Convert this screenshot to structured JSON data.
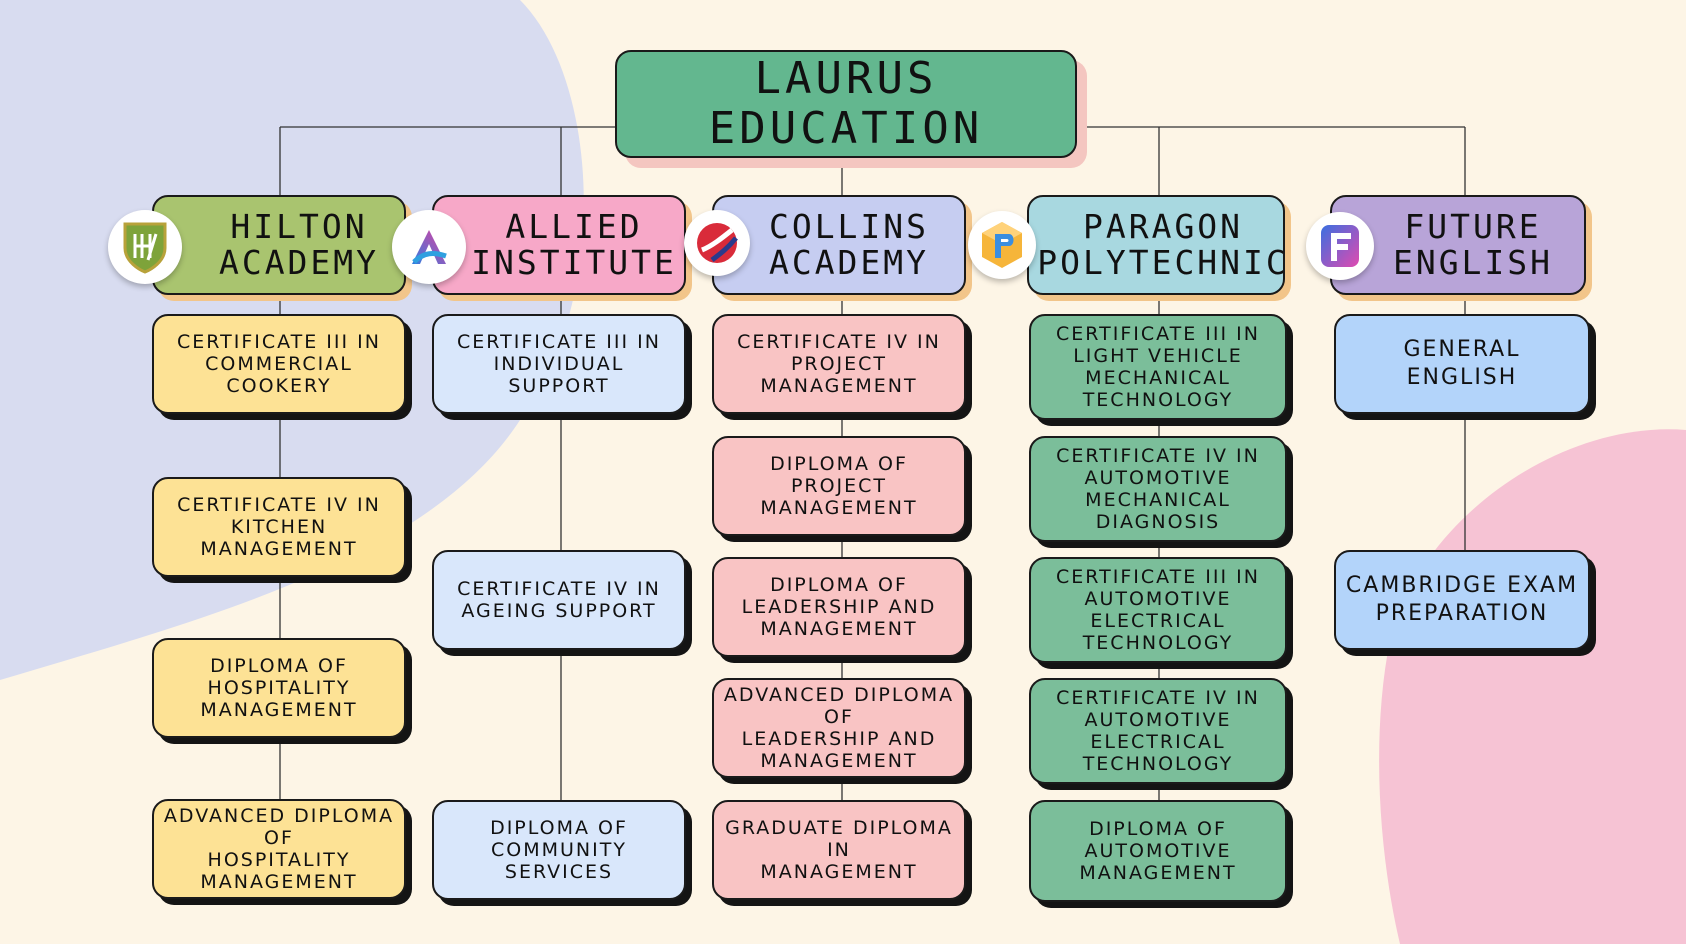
{
  "title": {
    "line1": "LAURUS",
    "line2": "EDUCATION"
  },
  "colors": {
    "background": "#fdf5e6",
    "root": "#63b78f",
    "hilton_header": "#a9c46f",
    "hilton_course": "#fde295",
    "allied_header": "#f7a8c8",
    "allied_course": "#d9e7fb",
    "collins_header": "#c6cdf1",
    "collins_course": "#f9c4c4",
    "paragon_header": "#a8d8e0",
    "paragon_course": "#7bbe9a",
    "future_header": "#b8a4d8",
    "future_course": "#b3d4fa"
  },
  "colleges": [
    {
      "name_line1": "HILTON",
      "name_line2": "ACADEMY",
      "logo": "hilton-shield-icon",
      "courses": [
        {
          "line1": "CERTIFICATE III IN",
          "line2": "COMMERCIAL COOKERY"
        },
        {
          "line1": "CERTIFICATE IV IN",
          "line2": "KITCHEN MANAGEMENT"
        },
        {
          "line1": "DIPLOMA OF",
          "line2": "HOSPITALITY",
          "line3": "MANAGEMENT"
        },
        {
          "line1": "ADVANCED DIPLOMA OF",
          "line2": "HOSPITALITY",
          "line3": "MANAGEMENT"
        }
      ]
    },
    {
      "name_line1": "ALLIED",
      "name_line2": "INSTITUTE",
      "logo": "allied-a-icon",
      "courses": [
        {
          "line1": "CERTIFICATE III IN",
          "line2": "INDIVIDUAL SUPPORT"
        },
        {
          "line1": "CERTIFICATE IV IN",
          "line2": "AGEING SUPPORT"
        },
        {
          "line1": "DIPLOMA OF",
          "line2": "COMMUNITY SERVICES"
        }
      ]
    },
    {
      "name_line1": "COLLINS",
      "name_line2": "ACADEMY",
      "logo": "collins-swirl-icon",
      "courses": [
        {
          "line1": "CERTIFICATE IV IN",
          "line2": "PROJECT MANAGEMENT"
        },
        {
          "line1": "DIPLOMA OF",
          "line2": "PROJECT MANAGEMENT"
        },
        {
          "line1": "DIPLOMA OF",
          "line2": "LEADERSHIP AND",
          "line3": "MANAGEMENT"
        },
        {
          "line1": "ADVANCED DIPLOMA OF",
          "line2": "LEADERSHIP AND",
          "line3": "MANAGEMENT"
        },
        {
          "line1": "GRADUATE DIPLOMA IN",
          "line2": "MANAGEMENT"
        }
      ]
    },
    {
      "name_line1": "PARAGON",
      "name_line2": "POLYTECHNIC",
      "logo": "paragon-cube-icon",
      "courses": [
        {
          "line1": "CERTIFICATE III IN",
          "line2": "LIGHT VEHICLE",
          "line3": "MECHANICAL",
          "line4": "TECHNOLOGY"
        },
        {
          "line1": "CERTIFICATE IV IN",
          "line2": "AUTOMOTIVE",
          "line3": "MECHANICAL",
          "line4": "DIAGNOSIS"
        },
        {
          "line1": "CERTIFICATE III IN",
          "line2": "AUTOMOTIVE",
          "line3": "ELECTRICAL",
          "line4": "TECHNOLOGY"
        },
        {
          "line1": "CERTIFICATE IV IN",
          "line2": "AUTOMOTIVE",
          "line3": "ELECTRICAL",
          "line4": "TECHNOLOGY"
        },
        {
          "line1": "DIPLOMA OF",
          "line2": "AUTOMOTIVE",
          "line3": "MANAGEMENT"
        }
      ]
    },
    {
      "name_line1": "FUTURE",
      "name_line2": "ENGLISH",
      "logo": "future-f-icon",
      "courses": [
        {
          "line1": "GENERAL",
          "line2": "ENGLISH"
        },
        {
          "line1": "CAMBRIDGE EXAM",
          "line2": "PREPARATION"
        }
      ]
    }
  ]
}
